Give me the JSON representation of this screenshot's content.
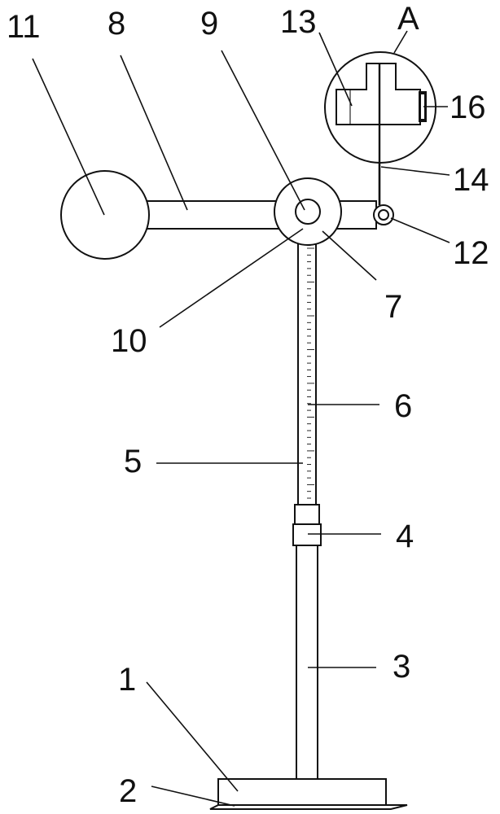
{
  "figure": {
    "labels": {
      "l1": "1",
      "l2": "2",
      "l3": "3",
      "l4": "4",
      "l5": "5",
      "l6": "6",
      "l7": "7",
      "l8": "8",
      "l9": "9",
      "l10": "10",
      "l11": "11",
      "l12": "12",
      "l13": "13",
      "l14": "14",
      "l16": "16",
      "lA": "A"
    },
    "scale_ticks": 38
  }
}
